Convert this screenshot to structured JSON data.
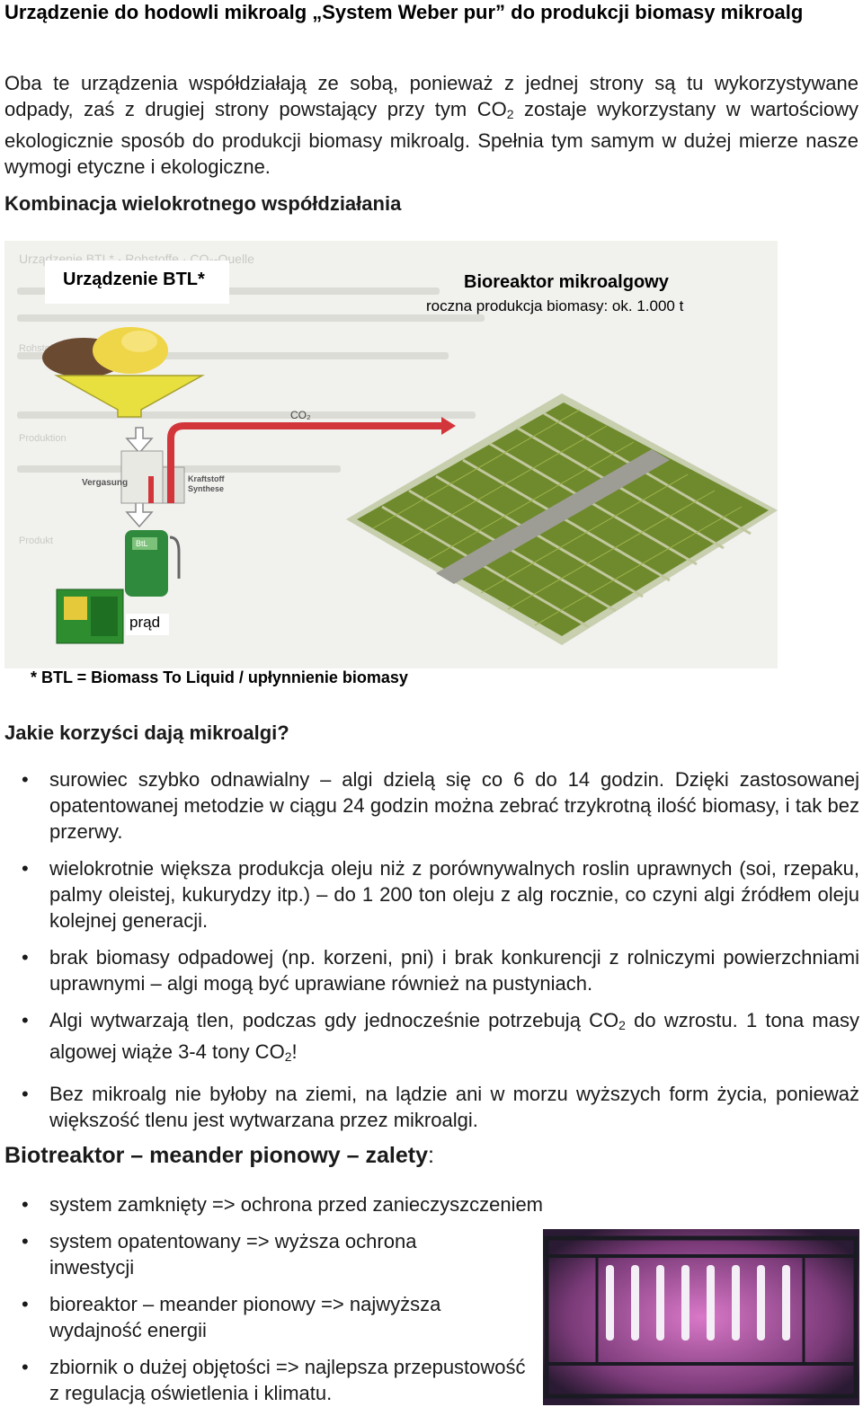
{
  "title": "Urządzenie do hodowli mikroalg „System Weber pur” do produkcji biomasy mikroalg",
  "intro": {
    "part1": "Oba te urządzenia współdziałają ze sobą, ponieważ z jednej strony są tu wykorzystywane odpady, zaś z drugiej strony powstający przy tym CO",
    "sub": "2",
    "part2": " zostaje wykorzystany w wartościowy ekologicznie sposób do produkcji biomasy mikroalg. Spełnia tym samym w dużej mierze nasze wymogi etyczne i ekologiczne."
  },
  "section1_heading": "Kombinacja wielokrotnego współdziałania",
  "diagram": {
    "btl_box_label": "Urządzenie BTL*",
    "bioreactor_label": "Bioreaktor mikroalgowy",
    "production_label": "roczna produkcja biomasy: ok. 1.000 t",
    "co2_label": "CO₂",
    "prad_label": "prąd",
    "vergasung": "Vergasung",
    "kraftstoff": "Kraftstoff Synthese",
    "btl_tank": "BtL",
    "rohstoffe": "Rohstoffe",
    "produktion": "Produktion",
    "produkt": "Produkt",
    "footnote": "* BTL = Biomass To Liquid / upłynnienie biomasy"
  },
  "section2_heading": "Jakie korzyści dają mikroalgi?",
  "benefits": [
    {
      "text": "surowiec szybko odnawialny – algi dzielą się co 6 do 14 godzin. Dzięki zastosowanej opatentowanej metodzie w ciągu 24 godzin można zebrać trzykrotną ilość biomasy, i tak bez przerwy."
    },
    {
      "text": "wielokrotnie większa produkcja oleju niż z porównywalnych roslin uprawnych (soi, rzepaku, palmy oleistej, kukurydzy itp.) – do 1 200 ton oleju z alg rocznie, co czyni algi źródłem oleju kolejnej generacji."
    },
    {
      "text": "brak biomasy odpadowej (np. korzeni, pni) i brak konkurencji z rolniczymi powierzchniami uprawnymi – algi mogą być uprawiane również na pustyniach."
    },
    {
      "a": "Algi wytwarzają tlen, podczas gdy jednocześnie potrzebują CO",
      "sub1": "2",
      "b": " do wzrostu. 1 tona masy algowej wiąże 3-4 tony CO",
      "sub2": "2",
      "c": "!"
    },
    {
      "text": "Bez mikroalg nie byłoby na ziemi, na lądzie ani w morzu wyższych form życia, ponieważ większość tlenu jest wytwarzana przez mikroalgi."
    }
  ],
  "section3_heading": "Biotreaktor – meander pionowy – zalety",
  "section3_colon": ":",
  "advantages": [
    "system zamknięty => ochrona przed zanieczyszczeniem",
    "system opatentowany => wyższa ochrona inwestycji",
    "bioreaktor – meander pionowy => najwyższa wydajność energii",
    "zbiornik o dużej objętości => najlepsza przepustowość z regulacją oświetlenia i klimatu."
  ],
  "colors": {
    "co2_pipe": "#d2363a",
    "algae_panel": "#6f8a2c",
    "photo_glow": "#c75bb8"
  }
}
